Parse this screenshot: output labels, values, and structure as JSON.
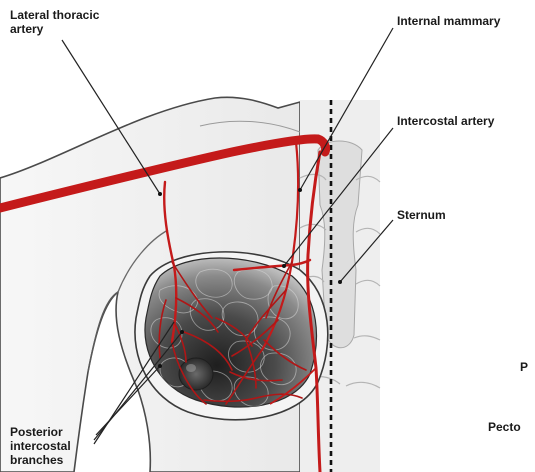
{
  "labels": {
    "lateral_thoracic_line1": "Lateral thoracic",
    "lateral_thoracic_line2": "artery",
    "internal_mammary": "Internal mammary",
    "intercostal_artery": "Intercostal artery",
    "sternum": "Sternum",
    "posterior_line1": "Posterior",
    "posterior_line2": "intercostal",
    "posterior_line3": "branches",
    "cut_p": "P",
    "cut_pecto": "Pecto"
  },
  "colors": {
    "artery": "#c41a1a",
    "artery_dark": "#8e1010",
    "outline": "#3a3a3a",
    "skin": "#f2f2f2",
    "breast_dark": "#3c3c3c",
    "sternum_fill": "#e4e4e4",
    "leader": "#222222"
  }
}
